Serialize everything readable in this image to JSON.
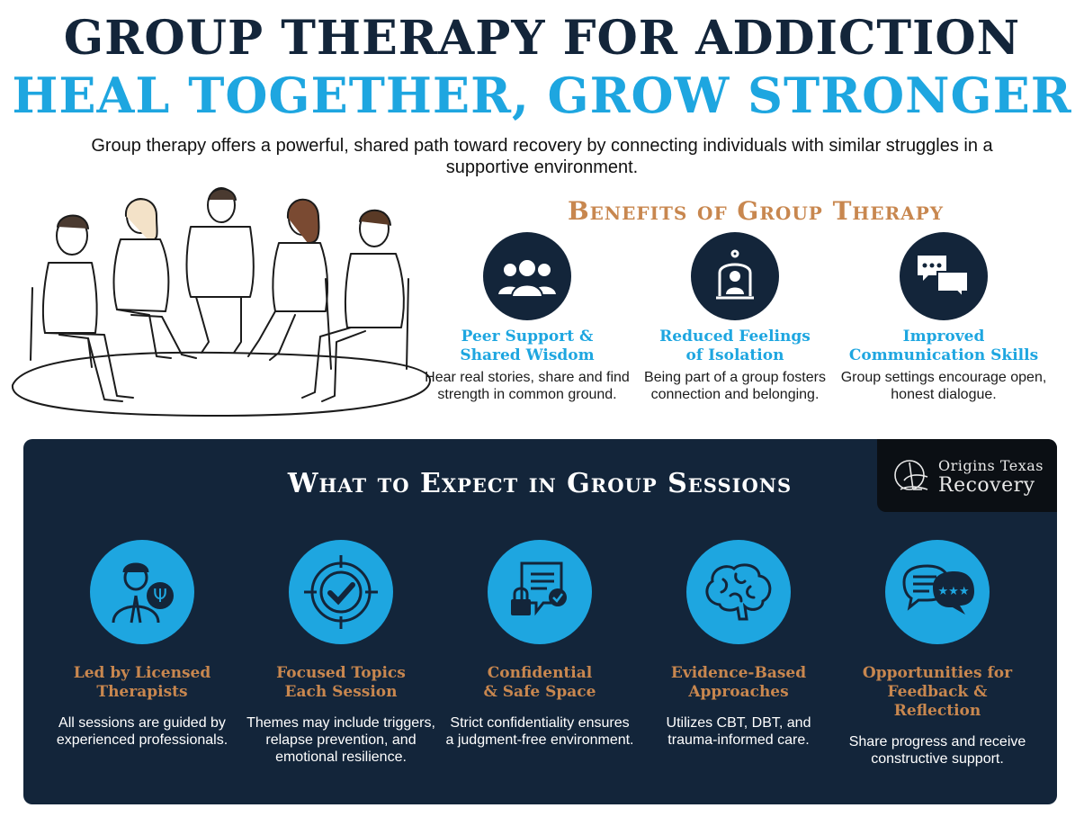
{
  "header": {
    "title_line1": "GROUP THERAPY FOR ADDICTION",
    "title_line2": "HEAL TOGETHER, GROW STRONGER",
    "intro": "Group therapy offers a powerful, shared path toward recovery by connecting individuals with similar struggles in a supportive environment."
  },
  "benefits": {
    "heading": "Benefits of Group Therapy",
    "items": [
      {
        "icon": "people-group-icon",
        "title_line1": "Peer Support &",
        "title_line2": "Shared Wisdom",
        "text": "Hear real stories, share and find strength in common ground."
      },
      {
        "icon": "person-under-bell-jar-icon",
        "title_line1": "Reduced Feelings",
        "title_line2": "of Isolation",
        "text": "Being part of a group fosters connection and belonging."
      },
      {
        "icon": "speech-bubbles-icon",
        "title_line1": "Improved",
        "title_line2": "Communication Skills",
        "text": "Group settings encourage open, honest dialogue."
      }
    ]
  },
  "expect": {
    "heading": "What to Expect in Group Sessions",
    "items": [
      {
        "icon": "therapist-psi-icon",
        "title_line1": "Led by Licensed",
        "title_line2": "Therapists",
        "text": "All sessions are guided by experienced professionals."
      },
      {
        "icon": "target-check-icon",
        "title_line1": "Focused Topics",
        "title_line2": "Each Session",
        "text": "Themes may include triggers, relapse prevention, and emotional resilience."
      },
      {
        "icon": "lock-document-icon",
        "title_line1": "Confidential",
        "title_line2": "& Safe Space",
        "text": "Strict confidentiality ensures a judgment-free environment."
      },
      {
        "icon": "brain-icon",
        "title_line1": "Evidence-Based",
        "title_line2": "Approaches",
        "text": "Utilizes CBT, DBT, and trauma-informed care."
      },
      {
        "icon": "feedback-stars-icon",
        "title_line1": "Opportunities for",
        "title_line2": "Feedback & Reflection",
        "text": "Share progress and receive constructive support."
      }
    ]
  },
  "logo": {
    "line1": "Origins Texas",
    "line2": "Recovery"
  },
  "colors": {
    "navy": "#13253a",
    "blue": "#1ea6e0",
    "copper": "#c8874f"
  }
}
